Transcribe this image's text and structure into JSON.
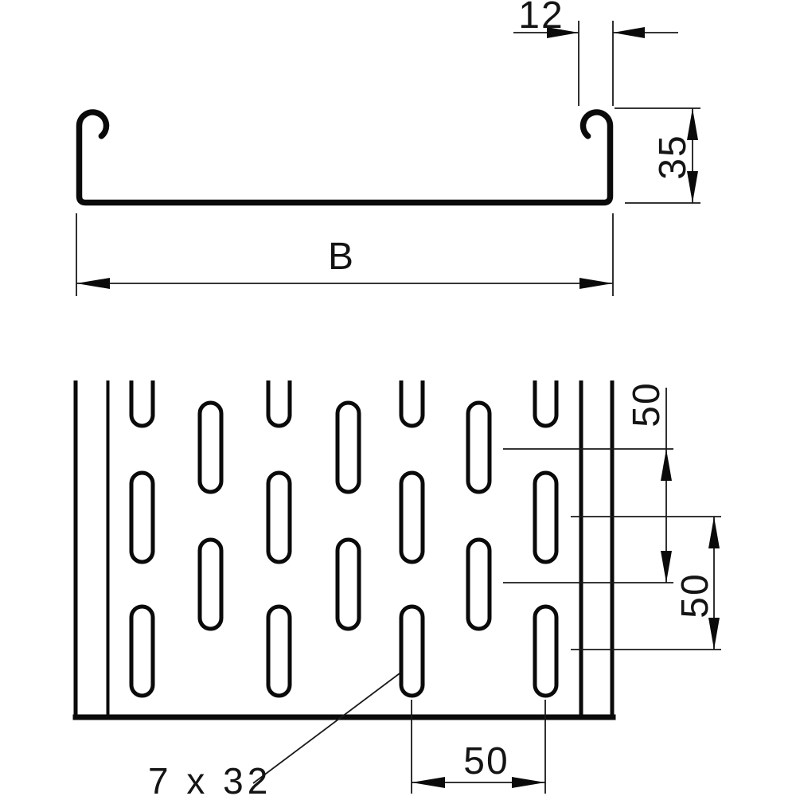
{
  "profile_view": {
    "dim_lip_width": "12",
    "dim_side_height": "35",
    "dim_overall_width": "B"
  },
  "plan_view": {
    "dim_row_pitch_upper": "50",
    "dim_row_pitch_lower": "50",
    "dim_slot_pitch_bottom": "50",
    "slot_size_label": "7 x 32"
  },
  "style": {
    "line_color": "#0a0a0a",
    "background": "#ffffff"
  }
}
